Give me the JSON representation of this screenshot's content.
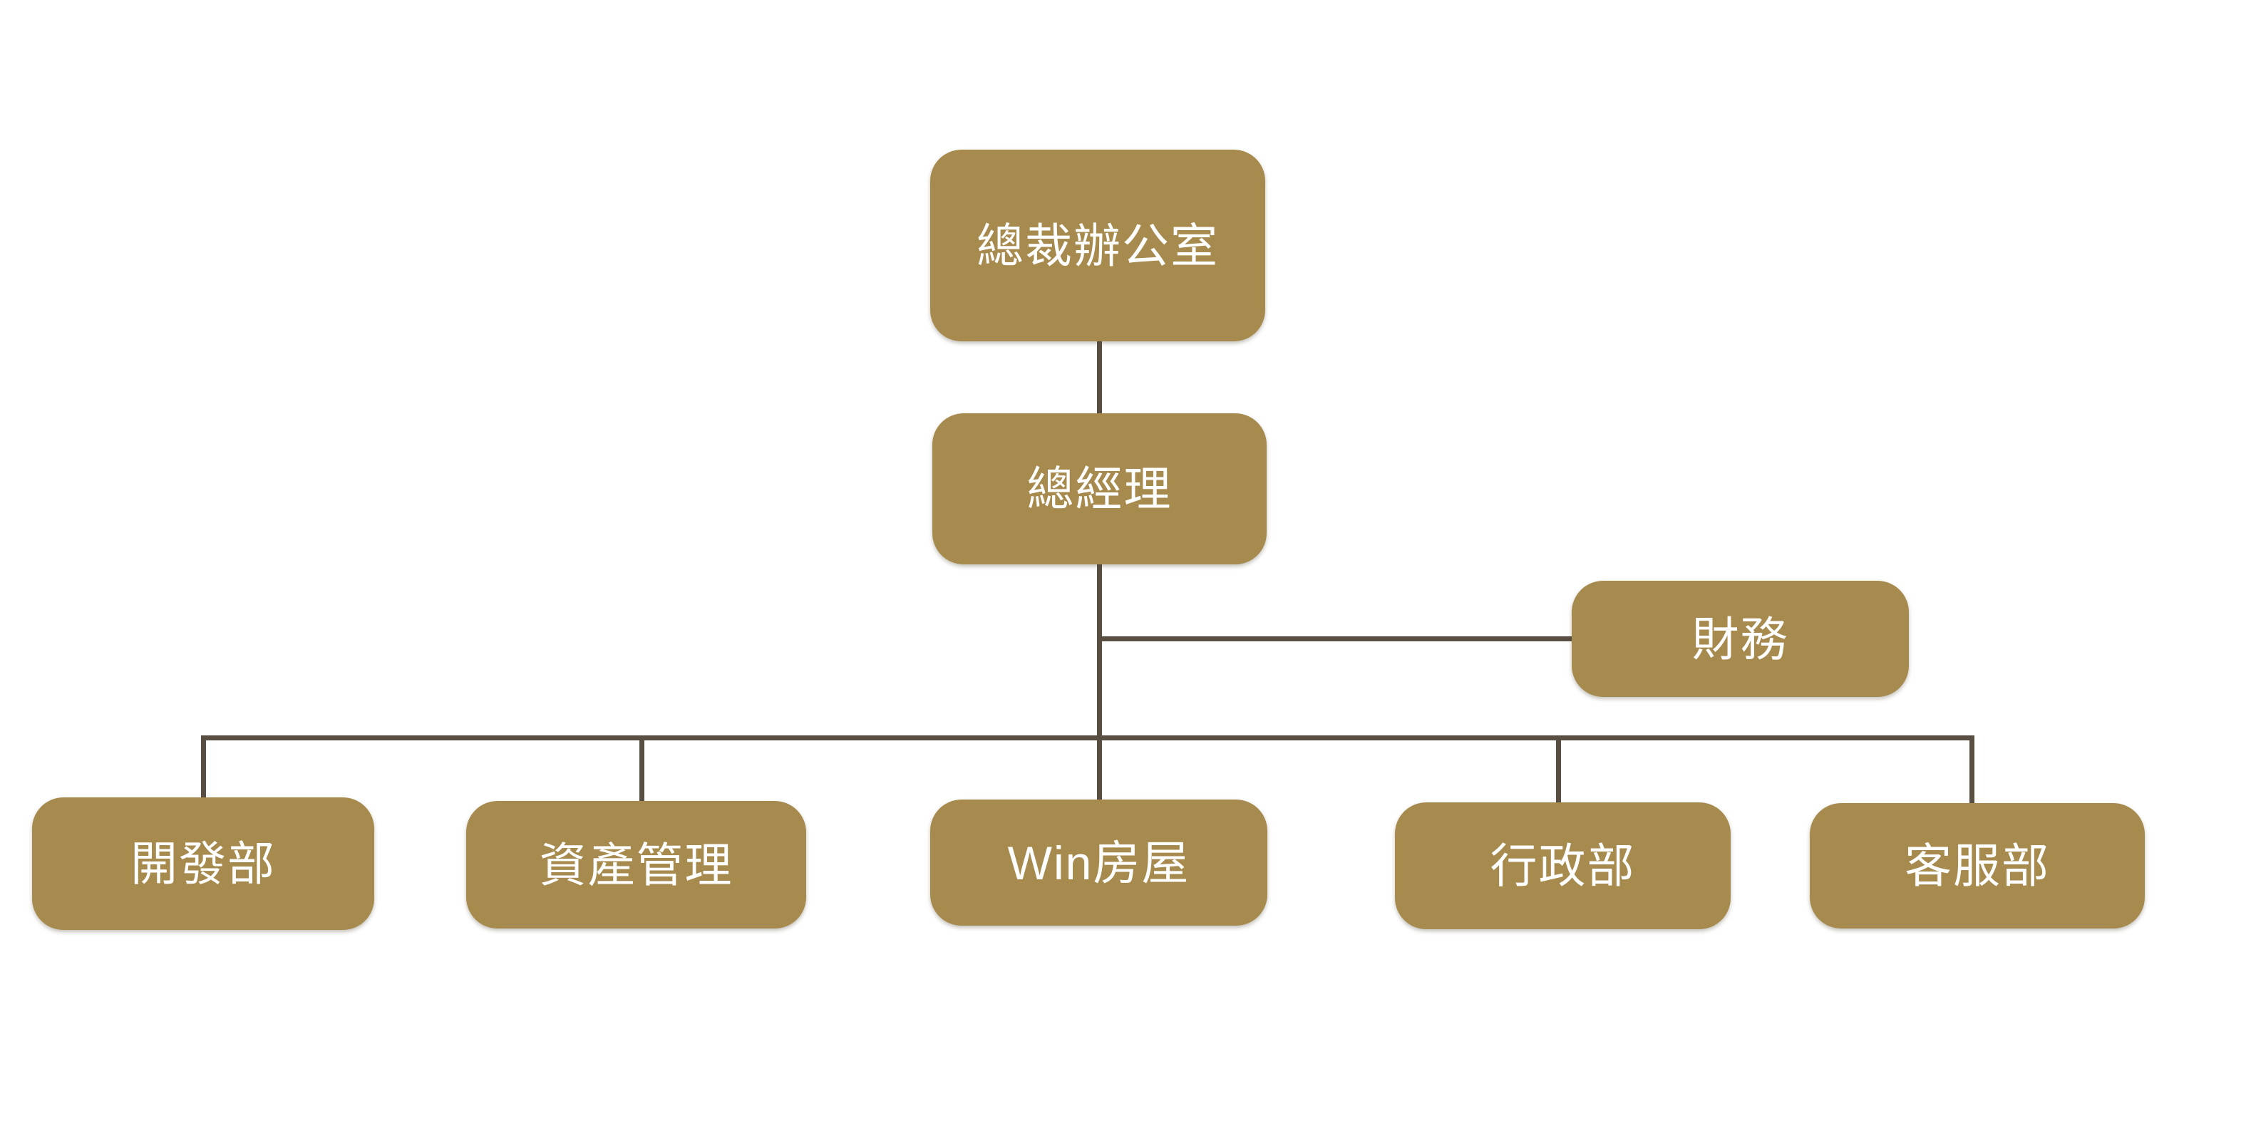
{
  "diagram": {
    "type": "organization-chart",
    "background_color": "#FFFFFF",
    "node_fill_color": "#A78A4D",
    "node_text_color": "#FFFFFF",
    "connector_color": "#594E42",
    "nodes": {
      "president": {
        "label": "總裁辦公室",
        "level": 1,
        "reports_to": null
      },
      "general_manager": {
        "label": "總經理",
        "level": 2,
        "reports_to": "總裁辦公室"
      },
      "finance": {
        "label": "財務",
        "level": 3,
        "reports_to": "總經理",
        "role": "assistant-branch"
      },
      "development": {
        "label": "開發部",
        "level": 4,
        "reports_to": "總經理"
      },
      "asset_management": {
        "label": "資產管理",
        "level": 4,
        "reports_to": "總經理"
      },
      "win_house": {
        "label": "Win房屋",
        "level": 4,
        "reports_to": "總經理"
      },
      "administration": {
        "label": "行政部",
        "level": 4,
        "reports_to": "總經理"
      },
      "customer_service": {
        "label": "客服部",
        "level": 4,
        "reports_to": "總經理"
      }
    }
  }
}
